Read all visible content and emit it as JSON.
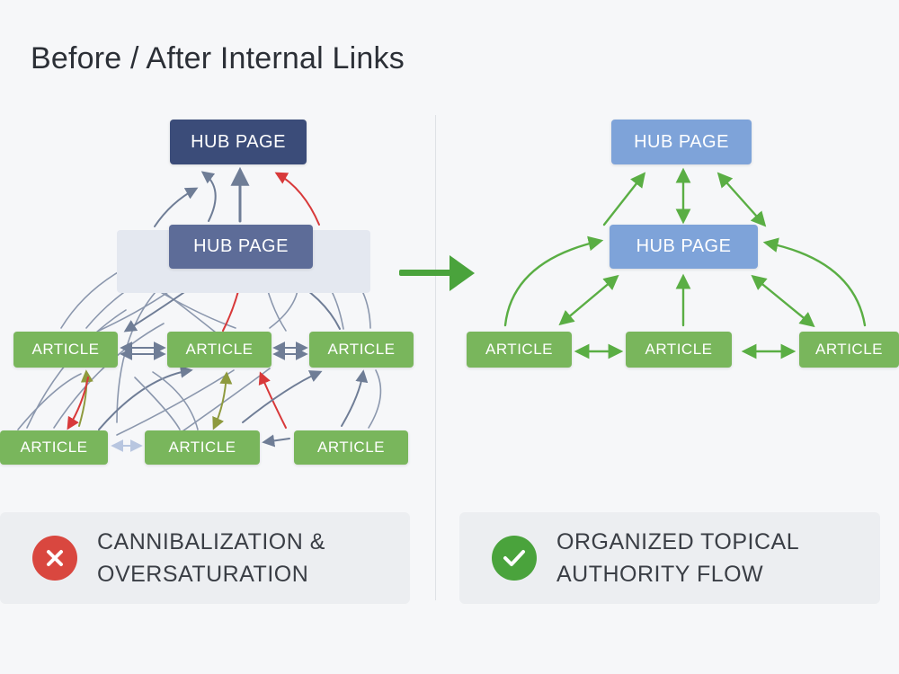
{
  "title": "Before / After Internal Links",
  "colors": {
    "hub_dark": "#3b4c79",
    "hub_mid": "#5d6c98",
    "hub_light": "#7ea3d9",
    "article_green": "#79b65c",
    "link_gray": "#6f7d96",
    "link_red": "#d8393a",
    "link_olive": "#8e9a3e",
    "link_pale": "#b8c6e0",
    "flow_green": "#5aae44",
    "error_red": "#d9473f",
    "success_green": "#4aa33c"
  },
  "before": {
    "hub_top": "HUB PAGE",
    "hub_second": "HUB PAGE",
    "articles": [
      "ARTICLE",
      "ARTICLE",
      "ARTICLE",
      "ARTICLE",
      "ARTICLE",
      "ARTICLE"
    ],
    "status_icon": "x-circle-icon",
    "status_text": "CANNIBALIZATION & OVERSATURATION"
  },
  "after": {
    "hub_top": "HUB PAGE",
    "hub_second": "HUB PAGE",
    "articles": [
      "ARTICLE",
      "ARTICLE",
      "ARTICLE"
    ],
    "status_icon": "check-circle-icon",
    "status_text": "ORGANIZED TOPICAL AUTHORITY FLOW"
  },
  "transition_icon": "right-arrow-icon"
}
